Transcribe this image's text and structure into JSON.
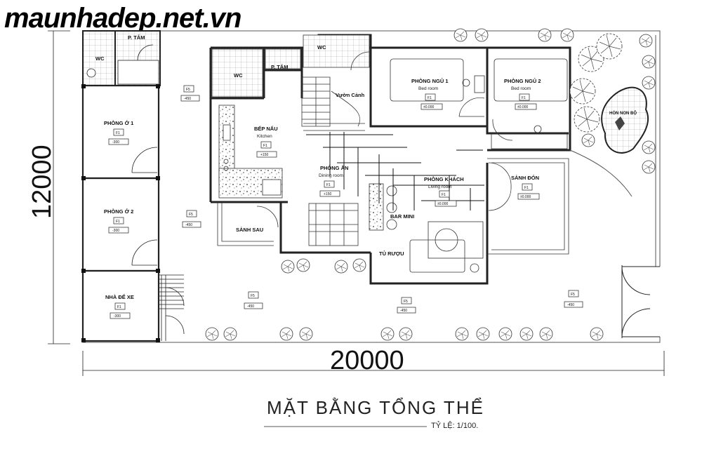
{
  "site": {
    "watermark": "maunhadep.net.vn"
  },
  "drawing": {
    "title": "MẶT BẰNG TỔNG THỂ",
    "scale": "TỶ LỆ: 1/100."
  },
  "dimensions": {
    "width": "20000",
    "height": "12000"
  },
  "rooms": {
    "wc_left": {
      "vi": "WC"
    },
    "ptam_left": {
      "vi": "P. TẮM"
    },
    "wc_top": {
      "vi": "WC"
    },
    "wc_mid": {
      "vi": "WC"
    },
    "ptam_mid": {
      "vi": "P. TẮM"
    },
    "phong_o_1": {
      "vi": "PHÒNG Ở 1"
    },
    "phong_o_2": {
      "vi": "PHÒNG Ở 2"
    },
    "nha_de_xe": {
      "vi": "NHÀ ĐỂ XE"
    },
    "bep": {
      "vi": "BẾP NẤU",
      "en": "Kitchen"
    },
    "phong_an": {
      "vi": "PHÒNG ĂN",
      "en": "Dining room"
    },
    "phong_khach": {
      "vi": "PHÒNG KHÁCH",
      "en": "Living room"
    },
    "phong_ngu_1": {
      "vi": "PHÒNG NGỦ 1",
      "en": "Bed room"
    },
    "phong_ngu_2": {
      "vi": "PHÒNG NGỦ 2",
      "en": "Bed room"
    },
    "sanh_don": {
      "vi": "SẢNH ĐÓN"
    },
    "sanh_sau": {
      "vi": "SẢNH SAU"
    },
    "bar_mini": {
      "vi": "BAR MINI"
    },
    "tu_ruou": {
      "vi": "TỦ RƯỢU"
    },
    "vuon_canh": {
      "vi": "Vườn Cảnh"
    },
    "hon_non_bo": {
      "vi": "HÒN NON BỘ"
    }
  },
  "tags": {
    "floor": "F1",
    "site": "F5"
  },
  "levels": {
    "phong_o_1": "-300",
    "phong_o_2": "-300",
    "nha_de_xe": "-300",
    "bep": "+150",
    "phong_an": "+150",
    "phong_khach": "±0.000",
    "sanh_don": "±0.000",
    "phong_ngu_1": "±0.000",
    "phong_ngu_2": "±0.000",
    "yard_top": "-450",
    "yard_left": "-450",
    "yard_b1": "-450",
    "yard_b2": "-450",
    "yard_b3": "-450"
  }
}
